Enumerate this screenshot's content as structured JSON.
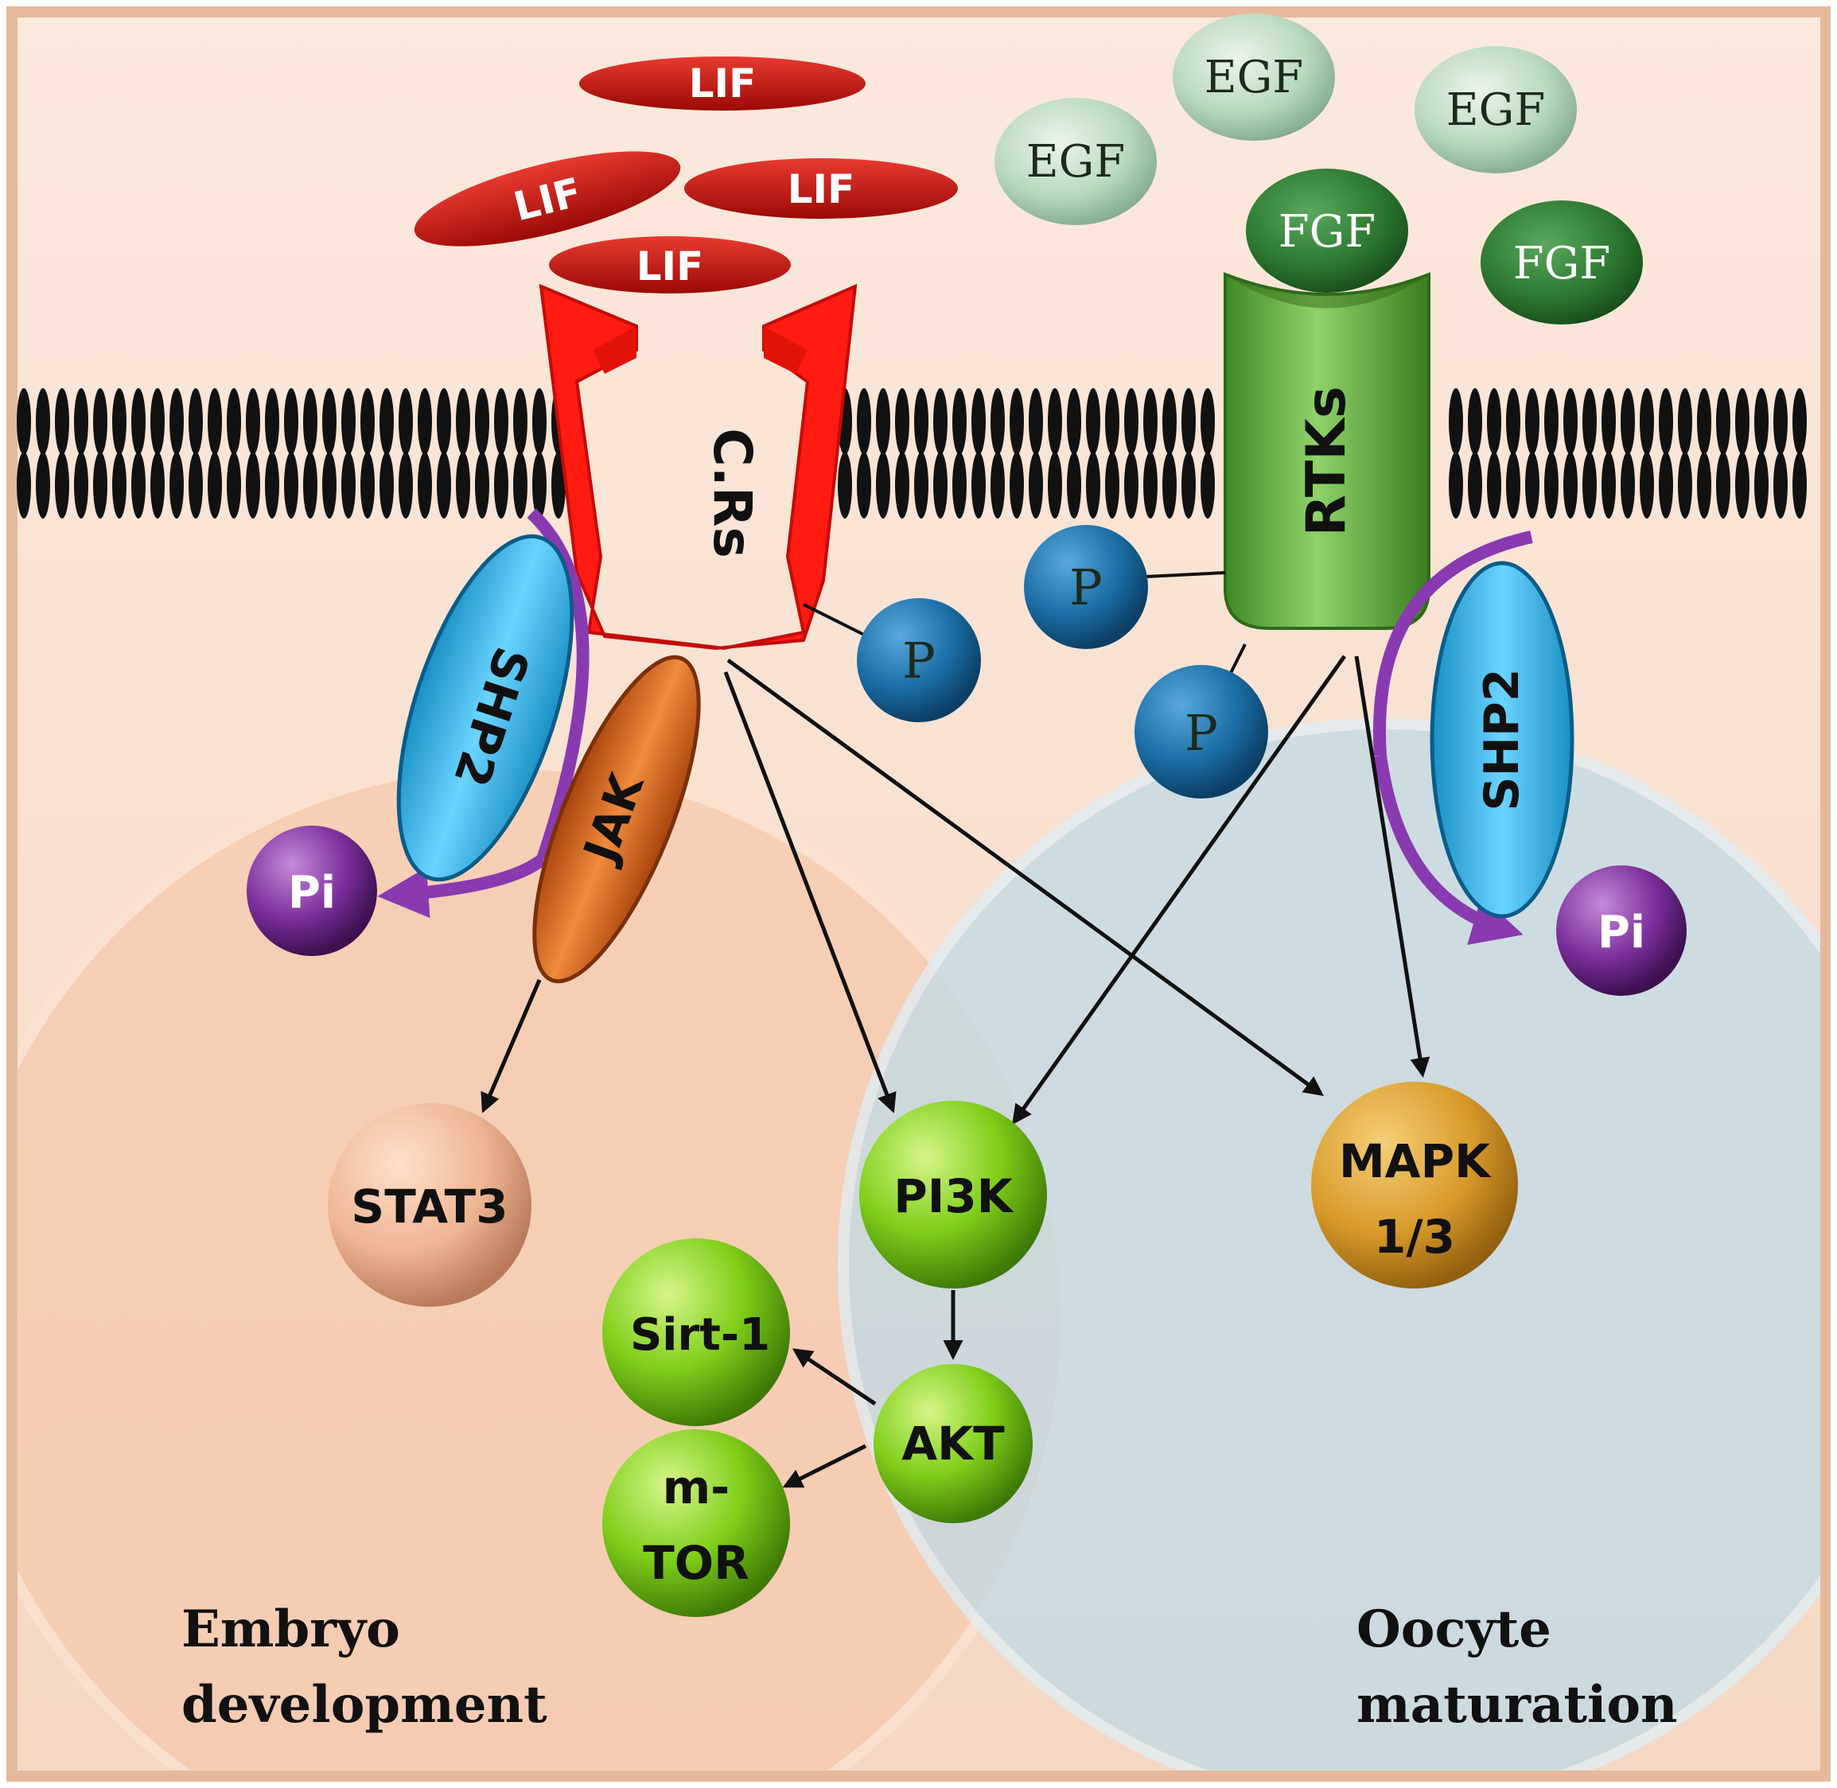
{
  "ligands": {
    "lif": [
      "LIF",
      "LIF",
      "LIF",
      "LIF"
    ],
    "egf": [
      "EGF",
      "EGF",
      "EGF"
    ],
    "fgf": [
      "FGF",
      "FGF"
    ]
  },
  "receptors": {
    "cytokine": "C.Rs",
    "rtk": "RTKs"
  },
  "proteins": {
    "shp2_left": "SHP2",
    "shp2_right": "SHP2",
    "jak": "JAK",
    "stat3": "STAT3",
    "pi3k": "PI3K",
    "akt": "AKT",
    "sirt1": "Sirt-1",
    "mtor_line1": "m-",
    "mtor_line2": "TOR",
    "mapk_line1": "MAPK",
    "mapk_line2": "1/3"
  },
  "phosphates": {
    "p": [
      "P",
      "P",
      "P"
    ],
    "pi": [
      "Pi",
      "Pi"
    ]
  },
  "regions": {
    "embryo_line1": "Embryo",
    "embryo_line2": "development",
    "oocyte_line1": "Oocyte",
    "oocyte_line2": "maturation"
  },
  "colors": {
    "background": "#f9e3d2",
    "lif": "#c8140f",
    "egf": "#b9d9bd",
    "fgf": "#2e7a32",
    "cytokine_receptor": "#ff1a12",
    "rtk": "#5fae3e",
    "shp2": "#2ab4e8",
    "jak": "#d9641c",
    "stat3": "#eeb592",
    "pi3k": "#7fcf1a",
    "mapk": "#d89a2a",
    "phosphate": "#1b6fa6",
    "pi": "#7a2e9a",
    "embryo_region": "#f7cfb4",
    "oocyte_region": "#c9dfe8"
  }
}
